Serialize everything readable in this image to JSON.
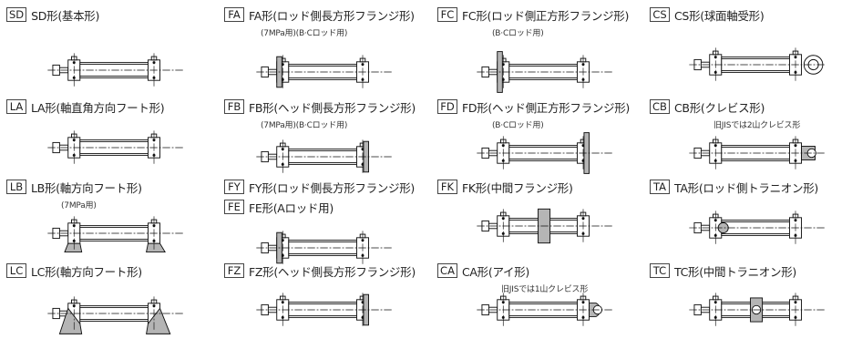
{
  "mounts": [
    {
      "code": "SD",
      "title": "SD形(基本形)",
      "note": "",
      "variant": "basic"
    },
    {
      "code": "FA",
      "title": "FA形(ロッド側長方形フランジ形)",
      "note": "(7MPa用)(B·Cロッド用)",
      "variant": "front-flange"
    },
    {
      "code": "FC",
      "title": "FC形(ロッド側正方形フランジ形)",
      "note": "(B·Cロッド用)",
      "variant": "front-flange-tall"
    },
    {
      "code": "CS",
      "title": "CS形(球面軸受形)",
      "note": "",
      "variant": "spherical"
    },
    {
      "code": "LA",
      "title": "LA形(軸直角方向フート形)",
      "note": "",
      "variant": "basic"
    },
    {
      "code": "FB",
      "title": "FB形(ヘッド側長方形フランジ形)",
      "note": "(7MPa用)(B·Cロッド用)",
      "variant": "rear-flange"
    },
    {
      "code": "FD",
      "title": "FD形(ヘッド側正方形フランジ形)",
      "note": "(B·Cロッド用)",
      "variant": "rear-flange-tall"
    },
    {
      "code": "CB",
      "title": "CB形(クレビス形)",
      "note": "旧JISでは2山クレビス形",
      "variant": "clevis"
    },
    {
      "code": "LB",
      "title": "LB形(軸方向フート形)",
      "note": "(7MPa用)",
      "variant": "axial-foot"
    },
    {
      "code": "FY",
      "title": "FY形(ロッド側長方形フランジ形)",
      "note": "",
      "variant": "none"
    },
    {
      "code": "FE",
      "title": "FE形(Aロッド用)",
      "note": "",
      "variant": "front-flange"
    },
    {
      "code": "FK",
      "title": "FK形(中間フランジ形)",
      "note": "",
      "variant": "mid-flange"
    },
    {
      "code": "TA",
      "title": "TA形(ロッド側トラニオン形)",
      "note": "",
      "variant": "trunnion-front"
    },
    {
      "code": "LC",
      "title": "LC形(軸方向フート形)",
      "note": "",
      "variant": "heavy-foot"
    },
    {
      "code": "FZ",
      "title": "FZ形(ヘッド側長方形フランジ形)",
      "note": "",
      "variant": "rear-flange"
    },
    {
      "code": "CA",
      "title": "CA形(アイ形)",
      "note": "旧JISでは1山クレビス形",
      "variant": "eye"
    },
    {
      "code": "TC",
      "title": "TC形(中間トラニオン形)",
      "note": "",
      "variant": "trunnion-mid"
    }
  ]
}
